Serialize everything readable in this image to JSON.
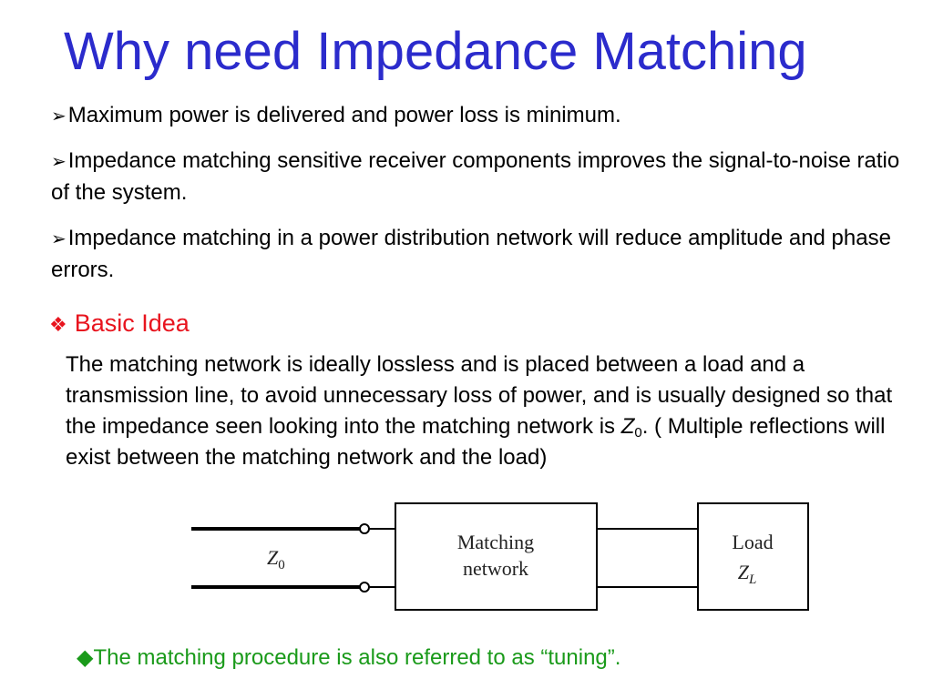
{
  "slide": {
    "title": "Why need Impedance Matching",
    "bullets": [
      {
        "marker": "➢",
        "text": "Maximum power is delivered and power loss is minimum."
      },
      {
        "marker": "➢",
        "text": "Impedance matching sensitive receiver components improves the signal-to-noise ratio of the system."
      },
      {
        "marker": "➢",
        "text": "Impedance matching in a power distribution network will reduce amplitude and phase errors."
      }
    ],
    "section": {
      "marker": "❖",
      "label": "Basic Idea"
    },
    "paragraph": {
      "before": "The matching network is ideally lossless and is placed between a load and a transmission line, to avoid unnecessary loss of power, and is usually designed so that the impedance seen looking into the matching network is ",
      "symbol": "Z",
      "subscript": "0",
      "after": ". ( Multiple reflections will exist between the matching network and the load)"
    },
    "diagram": {
      "line_label": "Z",
      "line_sub": "0",
      "box1_line1": "Matching",
      "box1_line2": "network",
      "box2_line1": "Load",
      "box2_line2": "Z",
      "box2_sub": "L"
    },
    "footer": {
      "marker": "◆",
      "text": "The matching procedure is also referred to as “tuning”."
    },
    "colors": {
      "title": "#2b2bcc",
      "section": "#e8141e",
      "footer": "#1a9a1a"
    }
  }
}
